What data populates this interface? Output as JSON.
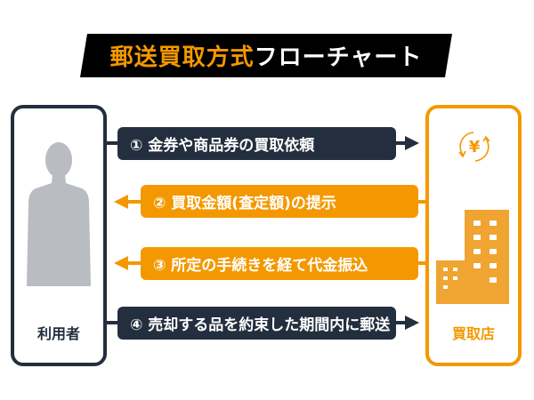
{
  "title": {
    "highlight": "郵送買取方式",
    "rest": "フローチャート"
  },
  "actors": {
    "user": "利用者",
    "shop": "買取店"
  },
  "steps": [
    {
      "label": "① 金券や商品券の買取依頼",
      "direction": "to-shop"
    },
    {
      "label": "② 買取金額(査定額)の提示",
      "direction": "to-user"
    },
    {
      "label": "③ 所定の手続きを経て代金振込",
      "direction": "to-user"
    },
    {
      "label": "④ 売却する品を約束した期間内に郵送",
      "direction": "to-shop"
    }
  ],
  "icons": {
    "yen": "¥"
  },
  "colors": {
    "navy": "#232f3e",
    "orange": "#f39800",
    "gray": "#b9bcc0"
  }
}
